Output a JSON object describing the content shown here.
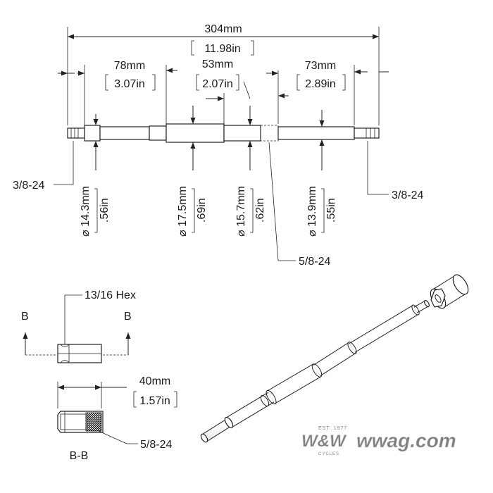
{
  "dimensions": {
    "overall_mm": "304mm",
    "overall_in": "11.98in",
    "left_mm": "78mm",
    "left_in": "3.07in",
    "middle_mm": "53mm",
    "middle_in": "2.07in",
    "right_mm": "73mm",
    "right_in": "2.89in",
    "dia1_mm": "14.3mm",
    "dia1_in": ".56in",
    "dia2_mm": "17.5mm",
    "dia2_in": ".69in",
    "dia3_mm": "15.7mm",
    "dia3_in": ".62in",
    "dia4_mm": "13.9mm",
    "dia4_in": ".55in",
    "nut_len_mm": "40mm",
    "nut_len_in": "1.57in"
  },
  "labels": {
    "thread_left": "3/8-24",
    "thread_right": "3/8-24",
    "thread_middle": "5/8-24",
    "hex": "13/16 Hex",
    "section_left": "B",
    "section_right": "B",
    "section_view": "B-B",
    "nut_thread": "5/8-24"
  },
  "watermark": {
    "brand": "W&W",
    "site": "wwag.com",
    "est": "EST. 1977",
    "sub": "CYCLES"
  }
}
